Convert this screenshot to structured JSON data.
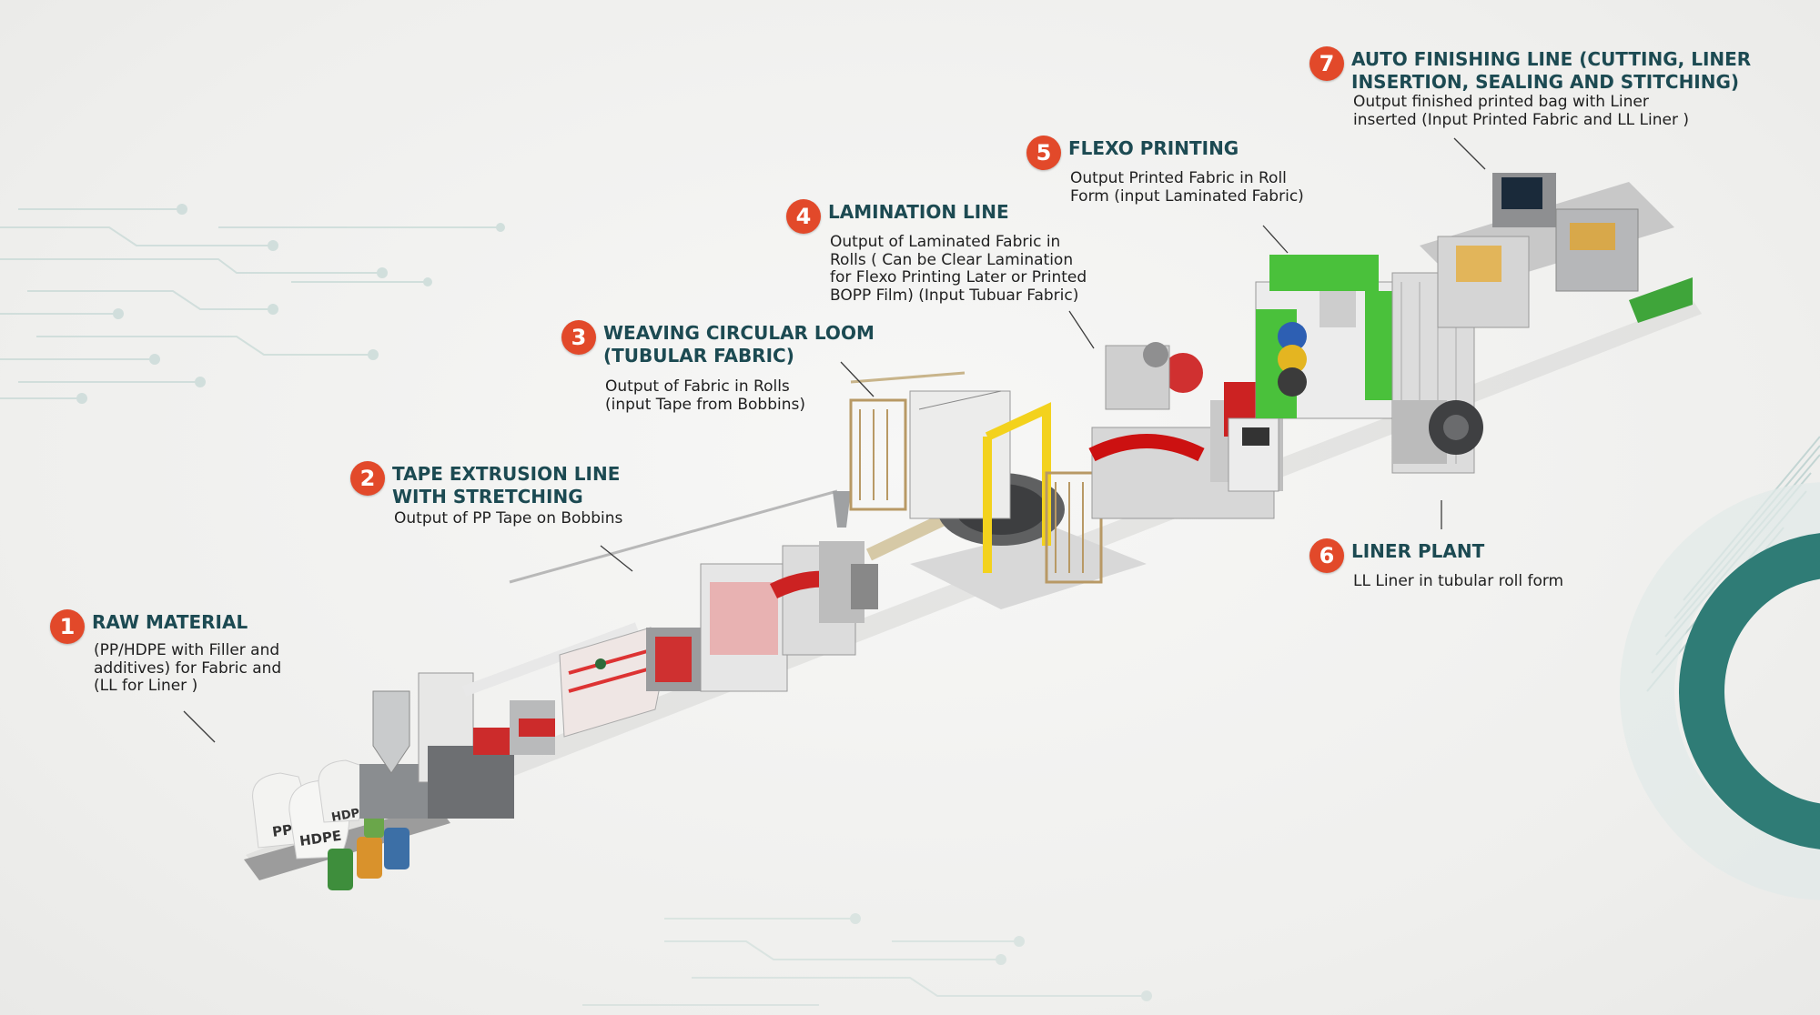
{
  "colors": {
    "badge": "#e2492a",
    "title": "#1c4a52",
    "accent_ring": "#2f7c76"
  },
  "steps": [
    {
      "number": "1",
      "title_lines": [
        "RAW MATERIAL"
      ],
      "desc_lines": [
        "(PP/HDPE with Filler and",
        "additives) for Fabric and",
        "(LL for Liner )"
      ]
    },
    {
      "number": "2",
      "title_lines": [
        "TAPE EXTRUSION LINE",
        "WITH STRETCHING"
      ],
      "desc_lines": [
        "Output of PP Tape on Bobbins"
      ]
    },
    {
      "number": "3",
      "title_lines": [
        "WEAVING CIRCULAR LOOM",
        "(TUBULAR FABRIC)"
      ],
      "desc_lines": [
        "Output of Fabric in Rolls",
        "(input Tape from Bobbins)"
      ]
    },
    {
      "number": "4",
      "title_lines": [
        "LAMINATION LINE"
      ],
      "desc_lines": [
        "Output of Laminated Fabric in",
        "Rolls ( Can be Clear Lamination",
        "for Flexo Printing Later or Printed",
        "BOPP Film) (Input Tubuar Fabric)"
      ]
    },
    {
      "number": "5",
      "title_lines": [
        "FLEXO PRINTING"
      ],
      "desc_lines": [
        "Output Printed Fabric in Roll",
        "Form (input Laminated Fabric)"
      ]
    },
    {
      "number": "6",
      "title_lines": [
        "LINER PLANT"
      ],
      "desc_lines": [
        "LL Liner in tubular roll form"
      ]
    },
    {
      "number": "7",
      "title_lines": [
        "AUTO FINISHING LINE (CUTTING, LINER",
        "INSERTION, SEALING AND STITCHING)"
      ],
      "desc_lines": [
        "Output finished printed bag with Liner",
        "inserted (Input Printed Fabric and LL Liner )"
      ]
    }
  ],
  "bags": {
    "pp": "PP",
    "hdpe": "HDPE",
    "hdpe2": "HDPE"
  }
}
